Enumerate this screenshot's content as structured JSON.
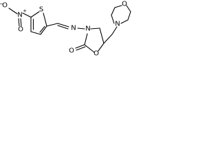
{
  "molecule": {
    "atoms": {
      "o_minus": "O",
      "o_minus_charge": "−",
      "n_nitro": "N",
      "n_nitro_charge": "+",
      "o_double": "O",
      "s_thiophene": "S",
      "n_imine": "N",
      "n_ring": "N",
      "o_carbonyl": "O",
      "o_ring": "O",
      "n_morpholine": "N",
      "o_morpholine": "O"
    }
  }
}
